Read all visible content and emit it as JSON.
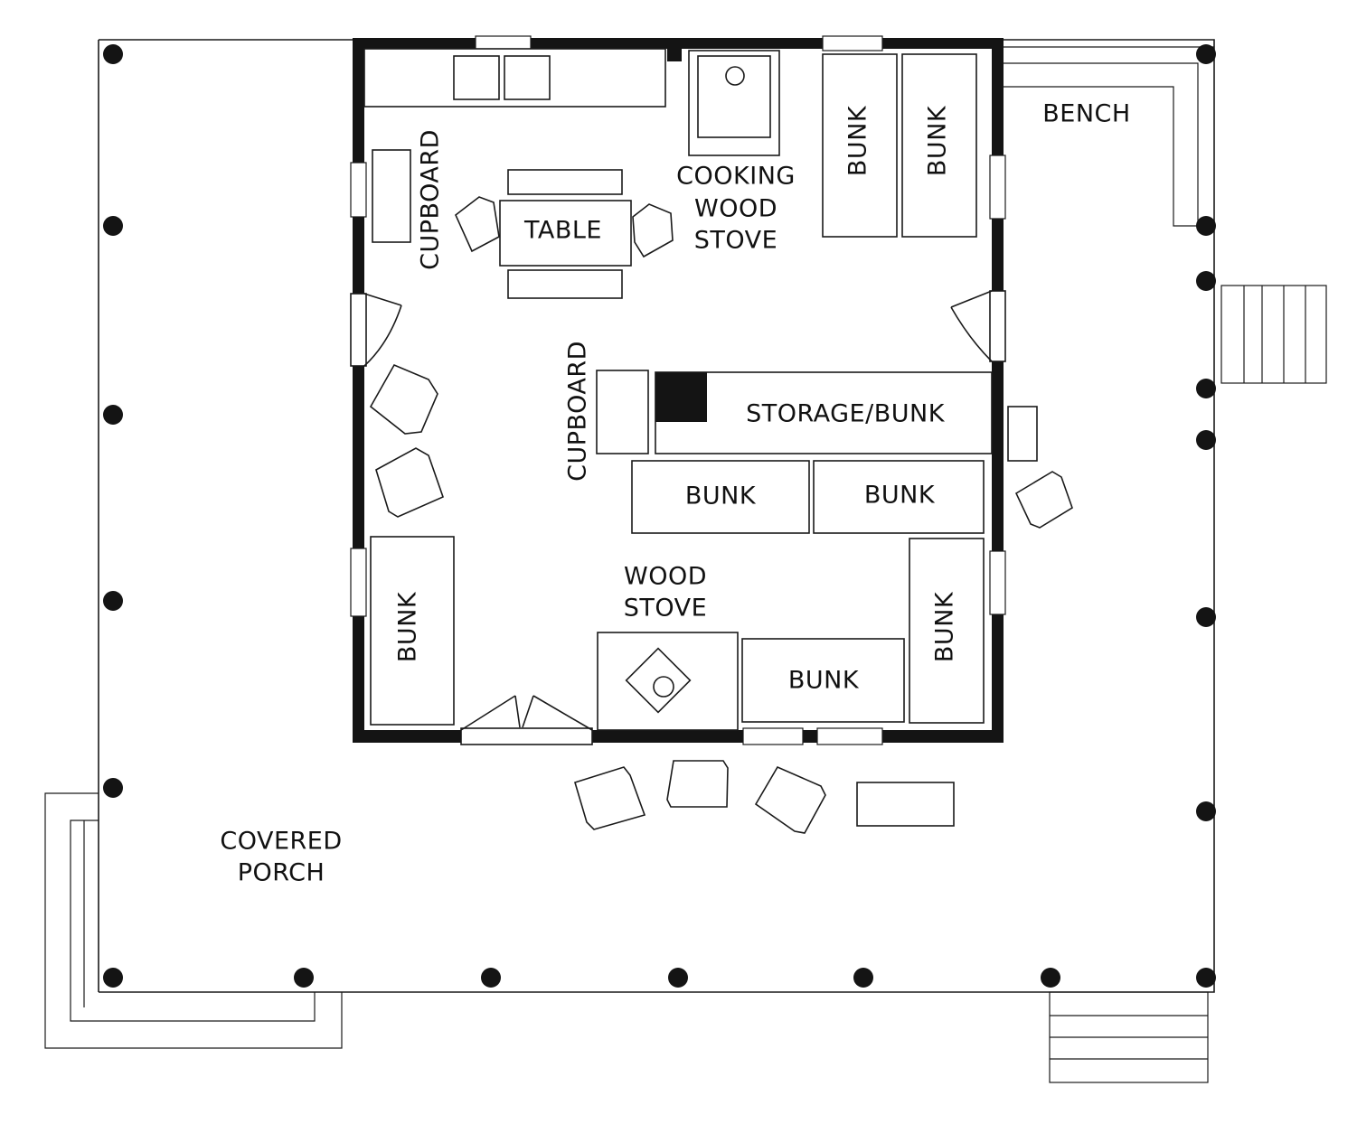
{
  "labels": {
    "bench": "BENCH",
    "cupboard_top": "CUPBOARD",
    "table": "TABLE",
    "cooking_stove_line1": "COOKING",
    "cooking_stove_line2": "WOOD",
    "cooking_stove_line3": "STOVE",
    "bunk_top_1": "BUNK",
    "bunk_top_2": "BUNK",
    "cupboard_mid": "CUPBOARD",
    "storage_bunk": "STORAGE/BUNK",
    "bunk_mid_1": "BUNK",
    "bunk_mid_2": "BUNK",
    "bunk_left": "BUNK",
    "wood_stove_line1": "WOOD",
    "wood_stove_line2": "STOVE",
    "bunk_bottom": "BUNK",
    "bunk_right": "BUNK",
    "porch_line1": "COVERED",
    "porch_line2": "PORCH"
  },
  "colors": {
    "ink": "#141414",
    "paper": "#ffffff"
  }
}
